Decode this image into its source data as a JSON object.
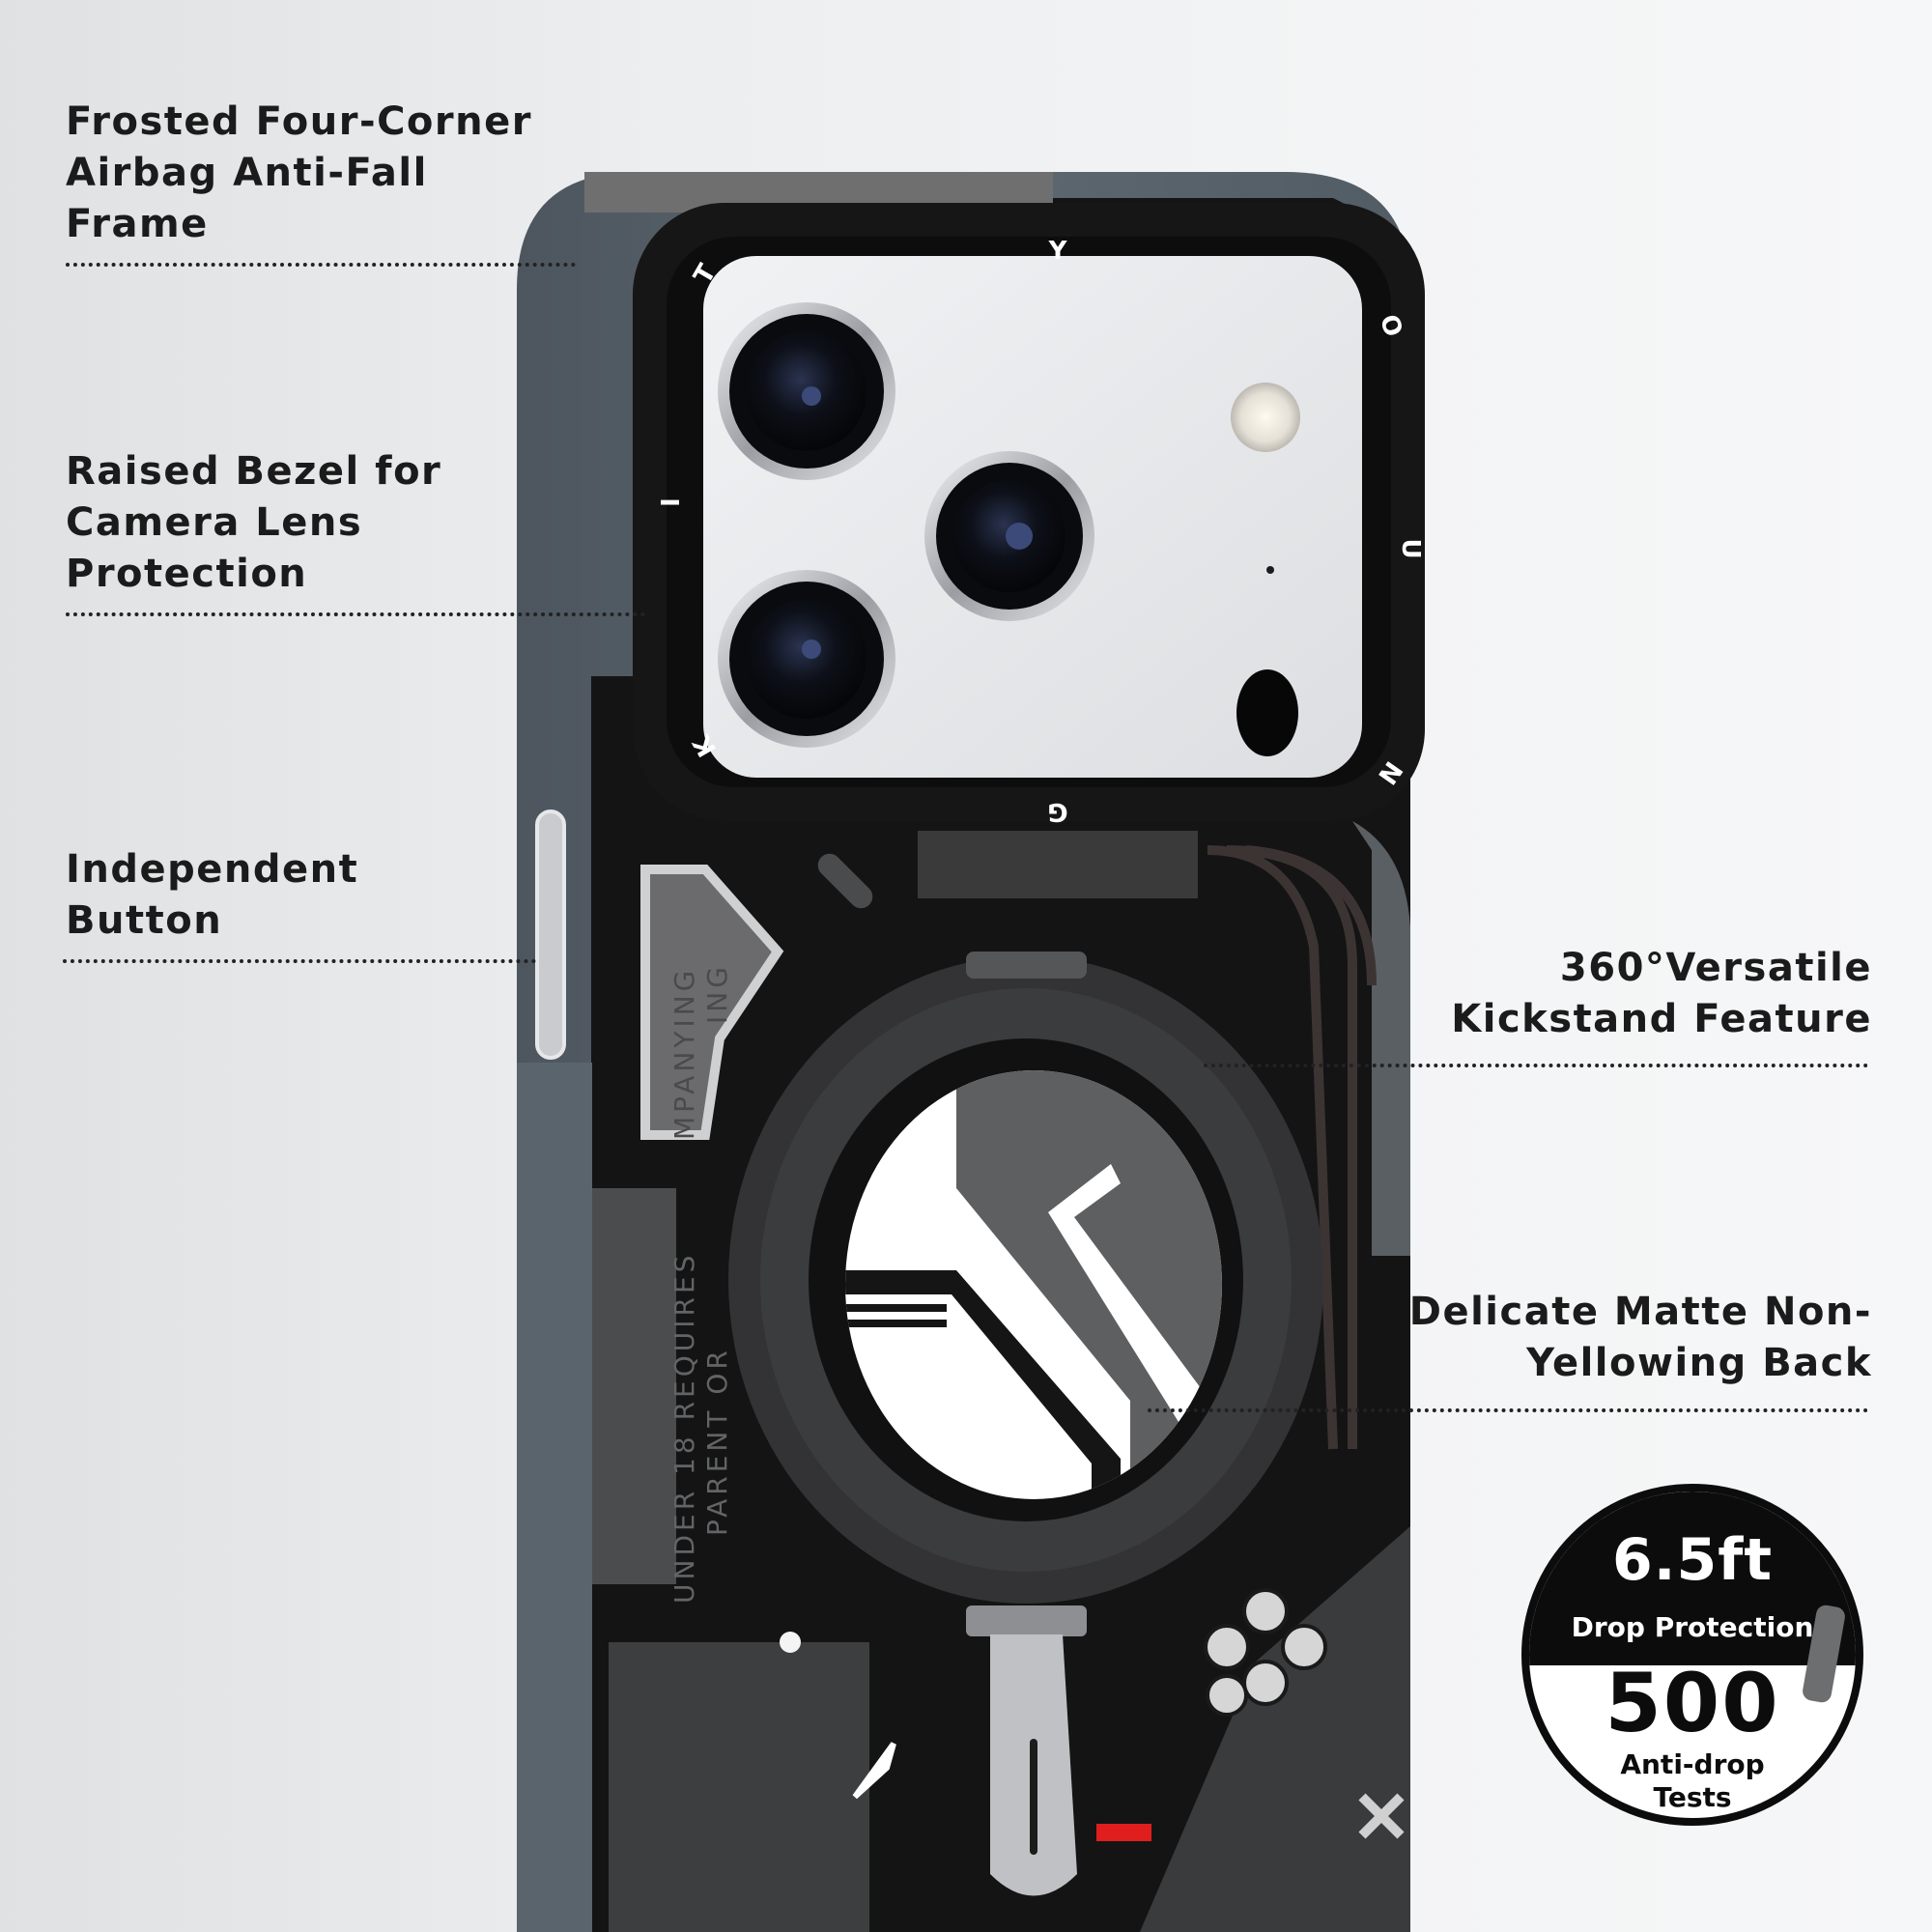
{
  "callouts": {
    "frame": "Frosted Four-Corner\nAirbag Anti-Fall\nFrame",
    "bezel": "Raised Bezel for\nCamera Lens\nProtection",
    "button": "Independent\nButton",
    "kickstand": "360°Versatile\nKickstand Feature",
    "back": "Delicate Matte Non-\nYellowing Back"
  },
  "badge": {
    "drop_height": "6.5ft",
    "drop_label": "Drop Protection",
    "test_count": "500",
    "test_label_1": "Anti-drop",
    "test_label_2": "Tests"
  },
  "case_print": {
    "bezel_letters": [
      "Y",
      "O",
      "U",
      "N",
      "G",
      "K",
      "I",
      "T"
    ],
    "side_text_1": "MPANYING",
    "side_text_2": "ING",
    "side_text_3": "UNDER 18 REQUIRES",
    "side_text_4": "PARENT OR"
  },
  "colors": {
    "case_slate": "#58626b",
    "case_black": "#141414",
    "camera_plate": "#e9eaec",
    "accent_red": "#e01e1e"
  }
}
